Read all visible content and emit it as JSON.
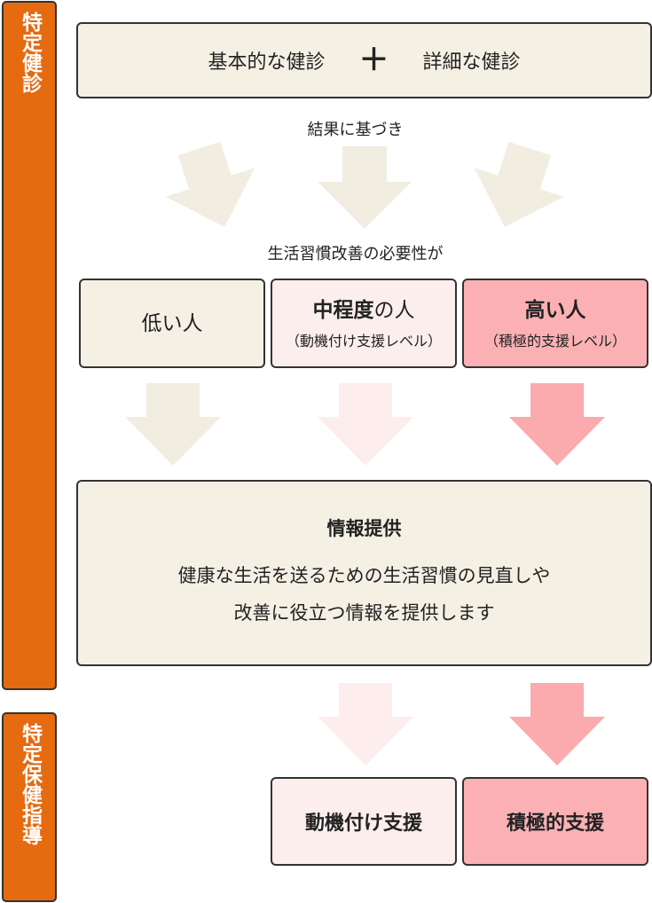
{
  "sidebar": {
    "tokutei_kenshin": "特定健診",
    "tokutei_hoken_shido": "特定保健指導"
  },
  "checkup": {
    "basic": "基本的な健診",
    "plus": "＋",
    "detail": "詳細な健診"
  },
  "result_caption": "結果に基づき",
  "need_caption": "生活習慣改善の必要性が",
  "levels": {
    "low": {
      "label": "低い人"
    },
    "mid": {
      "label_bold": "中程度",
      "label_rest": "の人",
      "sub": "（動機付け支援レベル）"
    },
    "high": {
      "label": "高い人",
      "sub": "（積極的支援レベル）"
    }
  },
  "info": {
    "title": "情報提供",
    "line1": "健康な生活を送るための生活習慣の見直しや",
    "line2": "改善に役立つ情報を提供します"
  },
  "support": {
    "motivation": "動機付け支援",
    "active": "積極的支援"
  },
  "colors": {
    "orange": "#e56a10",
    "beige": "#f4f0e4",
    "pink_light": "#fdeeee",
    "pink": "#fbb1b4",
    "arrow_beige": "#f1ede1",
    "arrow_pink_light": "#fdeded",
    "arrow_pink": "#fbaaae"
  }
}
